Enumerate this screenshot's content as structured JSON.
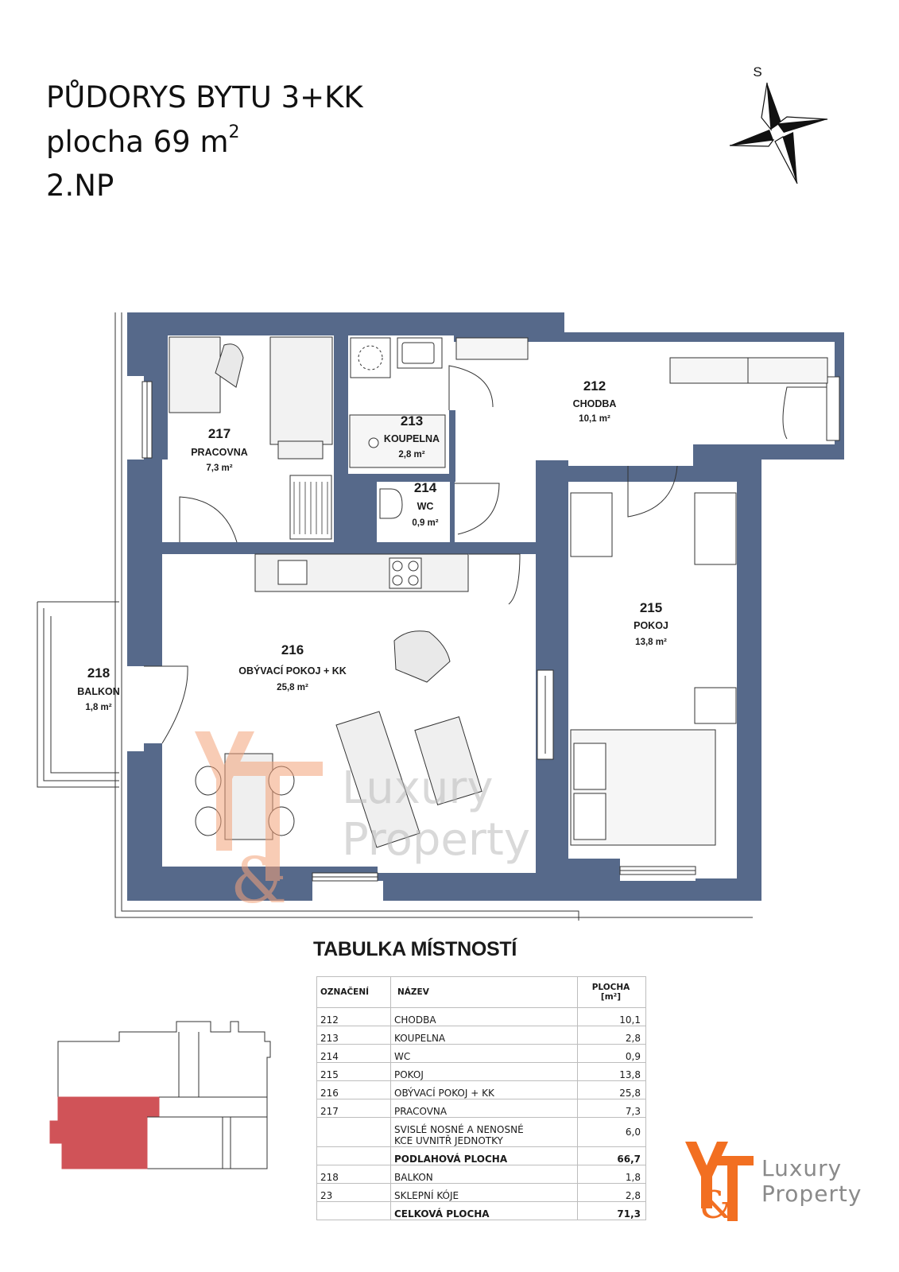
{
  "header": {
    "line1": "PŮDORYS BYTU 3+KK",
    "line2": "plocha 69 m",
    "line2_sup": "2",
    "line3": "2.NP"
  },
  "compass": {
    "label": "S"
  },
  "rooms": [
    {
      "num": "212",
      "name": "CHODBA",
      "area": "10,1 m²"
    },
    {
      "num": "213",
      "name": "KOUPELNA",
      "area": "2,8 m²"
    },
    {
      "num": "214",
      "name": "WC",
      "area": "0,9 m²"
    },
    {
      "num": "215",
      "name": "POKOJ",
      "area": "13,8 m²"
    },
    {
      "num": "216",
      "name": "OBÝVACÍ POKOJ + KK",
      "area": "25,8 m²"
    },
    {
      "num": "217",
      "name": "PRACOVNA",
      "area": "7,3 m²"
    },
    {
      "num": "218",
      "name": "BALKON",
      "area": "1,8 m²"
    }
  ],
  "table": {
    "title": "TABULKA MÍSTNOSTÍ",
    "headers": [
      "OZNAČENÍ",
      "NÁZEV",
      "PLOCHA [m²]"
    ],
    "rows": [
      {
        "id": "212",
        "name": "CHODBA",
        "area": "10,1"
      },
      {
        "id": "213",
        "name": "KOUPELNA",
        "area": "2,8"
      },
      {
        "id": "214",
        "name": "WC",
        "area": "0,9"
      },
      {
        "id": "215",
        "name": "POKOJ",
        "area": "13,8"
      },
      {
        "id": "216",
        "name": "OBÝVACÍ POKOJ + KK",
        "area": "25,8"
      },
      {
        "id": "217",
        "name": "PRACOVNA",
        "area": "7,3"
      },
      {
        "id": "",
        "name": "SVISLÉ NOSNÉ A NENOSNÉ",
        "name2": "KCE UVNITŘ JEDNOTKY",
        "area": "6,0"
      },
      {
        "id": "",
        "name": "PODLAHOVÁ PLOCHA",
        "area": "66,7"
      },
      {
        "id": "218",
        "name": "BALKON",
        "area": "1,8"
      },
      {
        "id": "23",
        "name": "SKLEPNÍ KÓJE",
        "area": "2,8"
      },
      {
        "id": "",
        "name": "CELKOVÁ PLOCHA",
        "area": "71,3"
      }
    ]
  },
  "logo": {
    "mark": "Y&T",
    "word1": "Luxury",
    "word2": "Property"
  },
  "colors": {
    "wall": "#56698a",
    "highlight": "#d05358",
    "logo_orange": "#f26f21",
    "logo_gray": "#8a8a8a"
  }
}
